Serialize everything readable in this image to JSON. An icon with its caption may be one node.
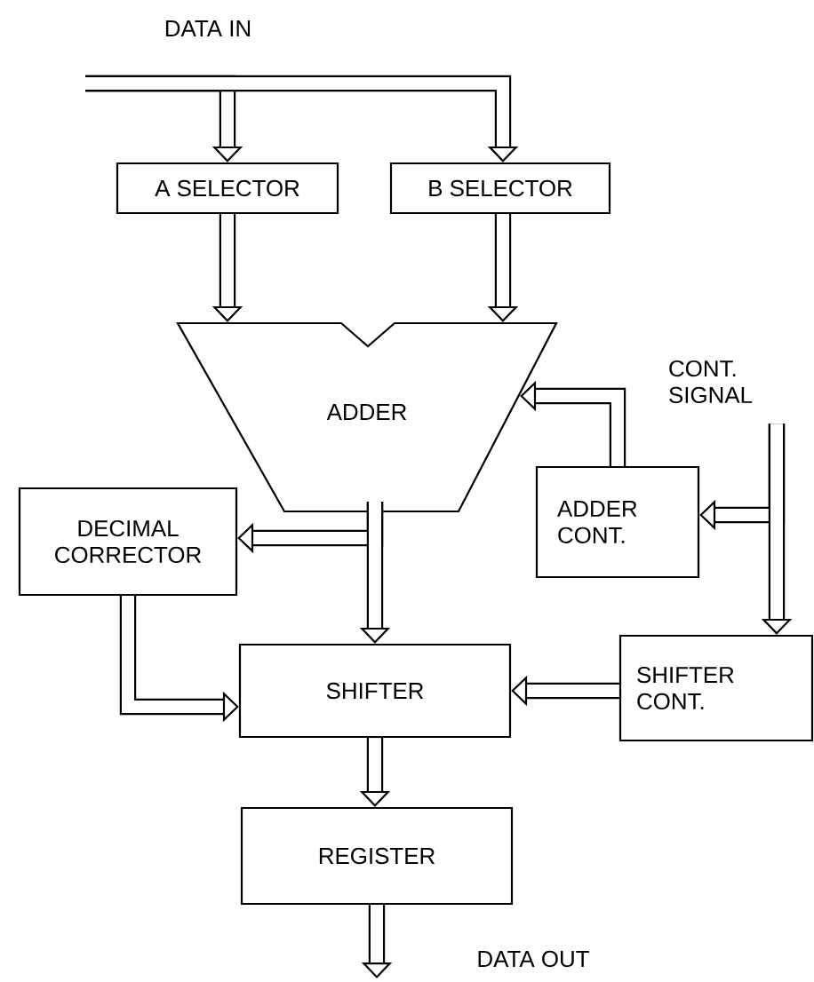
{
  "diagram": {
    "nodes": [
      {
        "text": [
          "A SELECTOR"
        ]
      },
      {
        "text": [
          "B SELECTOR"
        ]
      },
      {
        "text": [
          "ADDER"
        ]
      },
      {
        "text": [
          "CONT. SIGNAL"
        ]
      },
      {
        "text": [
          "ADDER CONT."
        ]
      },
      {
        "text": [
          "DECIMAL CORRECTOR"
        ]
      },
      {
        "text": [
          "SHIFTER"
        ]
      },
      {
        "text": [
          "SHIFTER CONT."
        ]
      },
      {
        "text": [
          "REGISTER"
        ]
      }
    ],
    "edges": [
      {
        "from": null,
        "to": 0,
        "arrow": "to"
      },
      {
        "from": null,
        "to": 1,
        "arrow": "to"
      },
      {
        "from": 0,
        "to": 2,
        "arrow": "to"
      },
      {
        "from": 1,
        "to": 2,
        "arrow": "to"
      },
      {
        "from": 3,
        "to": 4,
        "arrow": "to"
      },
      {
        "from": 3,
        "to": 7,
        "arrow": "to"
      },
      {
        "from": 4,
        "to": 2,
        "arrow": "to"
      },
      {
        "from": 2,
        "to": 5,
        "arrow": "to"
      },
      {
        "from": 2,
        "to": 6,
        "arrow": "to"
      },
      {
        "from": 5,
        "to": 6,
        "arrow": "to"
      },
      {
        "from": 7,
        "to": 6,
        "arrow": "to"
      },
      {
        "from": 6,
        "to": 8,
        "arrow": "to"
      },
      {
        "from": 8,
        "to": null,
        "arrow": "to"
      }
    ],
    "labels": [
      "DATA IN",
      "DATA OUT"
    ]
  }
}
